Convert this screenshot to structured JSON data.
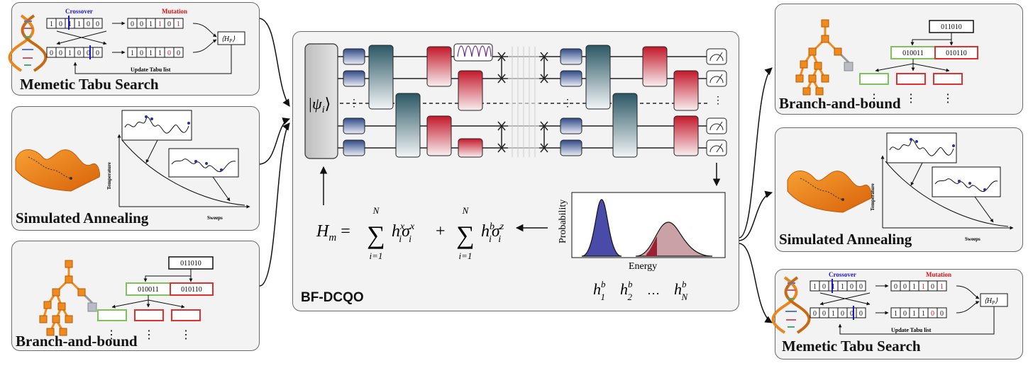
{
  "left_panels": {
    "mts_title": "Memetic Tabu Search",
    "sa_title": "Simulated Annealing",
    "bnb_title": "Branch-and-bound"
  },
  "right_panels": {
    "bnb_title": "Branch-and-bound",
    "sa_title": "Simulated Annealing",
    "mts_title": "Memetic Tabu Search"
  },
  "center": {
    "title": "BF-DCQO",
    "state_label": "|ψ",
    "state_sub": "i",
    "state_close": "⟩",
    "hamiltonian_lhs": "H",
    "hamiltonian_lhs_sub": "m",
    "sum_upper": "N",
    "sum_lower": "i=1",
    "term1": "h",
    "term1_sup": "x",
    "term1_sub": "i",
    "term1_sigma": "σ",
    "term1_sigma_sup": "x",
    "term1_sigma_sub": "i",
    "term2": "h",
    "term2_sup": "b",
    "term2_sub": "i",
    "term2_sigma": "σ",
    "term2_sigma_sup": "z",
    "term2_sigma_sub": "i",
    "plot_ylabel": "Probability",
    "plot_xlabel": "Energy",
    "hb1": "h",
    "hb1_sup": "b",
    "hb1_sub": "1",
    "hb2": "h",
    "hb2_sup": "b",
    "hb2_sub": "2",
    "hb_dots": "…",
    "hbN": "h",
    "hbN_sup": "b",
    "hbN_sub": "N"
  },
  "genetic": {
    "crossover": "Crossover",
    "mutation": "Mutation",
    "update": "Update Tabu list",
    "hp": "⟨H",
    "hp_sub": "P",
    "hp_close": "⟩",
    "parent_a": [
      "1",
      "0",
      "1",
      "1",
      "0",
      "0"
    ],
    "parent_b": [
      "0",
      "0",
      "1",
      "0",
      "0",
      "0"
    ],
    "child_a": [
      "0",
      "0",
      "1",
      "1",
      "0",
      "1"
    ],
    "child_b": [
      "1",
      "0",
      "1",
      "1",
      "0",
      "0"
    ]
  },
  "annealing": {
    "ylabel": "Temperature",
    "xlabel": "Sweeps"
  },
  "tree": {
    "root": "011010",
    "left": "010011",
    "right": "010110",
    "dots": "⋮"
  },
  "colors": {
    "crossover": "#1a1acc",
    "mutation": "#dd1111",
    "green_box": "#7fc15a",
    "red_box": "#e03030",
    "blue_gate": "#3a4f8c",
    "teal_gate": "#2d5a66",
    "red_gate": "#c81c2c",
    "peak_blue": "#4a4aa8",
    "peak_red": "#c79aa0",
    "tree_orange": "#f08a1c"
  }
}
